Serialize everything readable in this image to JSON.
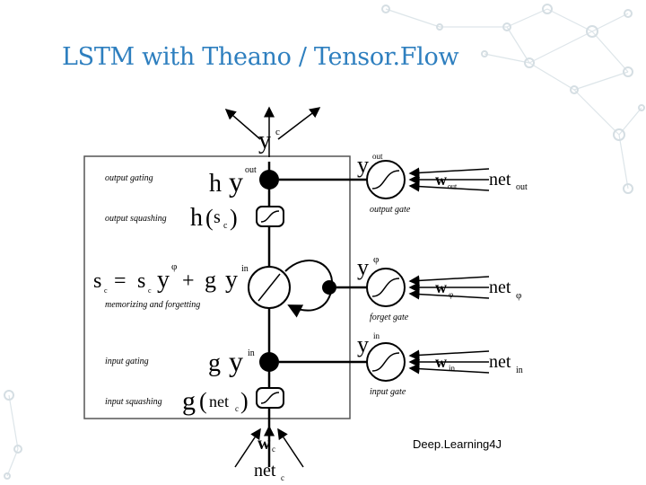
{
  "title": "LSTM with Theano / Tensor.Flow",
  "caption": "Deep.Learning4J",
  "diagram": {
    "cell_labels": {
      "output_gating": "output gating",
      "output_squashing": "output squashing",
      "memorizing": "memorizing and forgetting",
      "input_gating": "input gating",
      "input_squashing": "input squashing"
    },
    "gate_labels": {
      "output_gate": "output gate",
      "forget_gate": "forget gate",
      "input_gate": "input gate"
    },
    "symbols": {
      "y": "y",
      "c": "c",
      "h": "h",
      "g": "g",
      "s": "s",
      "w": "w",
      "net": "net",
      "out": "out",
      "in": "in",
      "phi": "φ",
      "eq": "=",
      "plus": "+",
      "paren_open": "(",
      "paren_close": ")"
    }
  },
  "colors": {
    "title": "#2e7fbf",
    "deco": "#d9e2e6"
  }
}
